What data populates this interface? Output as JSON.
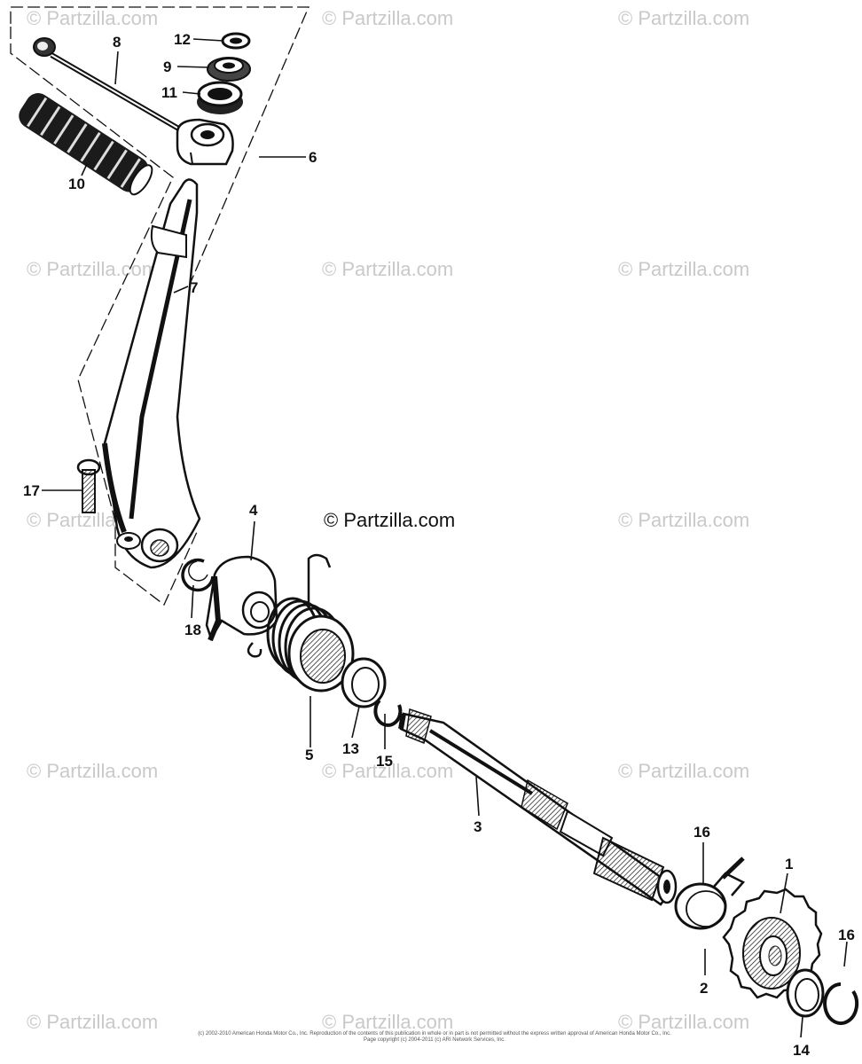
{
  "watermarks": [
    "© Partzilla.com",
    "© Partzilla.com",
    "© Partzilla.com",
    "© Partzilla.com",
    "© Partzilla.com",
    "© Partzilla.com",
    "© Partzilla.com",
    "© Partzilla.com",
    "© Partzilla.com",
    "© Partzilla.com",
    "© Partzilla.com",
    "© Partzilla.com",
    "© Partzilla.com",
    "© Partzilla.com",
    "© Partzilla.com"
  ],
  "center_watermark": "© Partzilla.com",
  "callouts": {
    "c1": "1",
    "c2": "2",
    "c3": "3",
    "c4": "4",
    "c5": "5",
    "c6": "6",
    "c7": "7",
    "c8": "8",
    "c9": "9",
    "c10": "10",
    "c11": "11",
    "c12": "12",
    "c13": "13",
    "c14": "14",
    "c15": "15",
    "c16a": "16",
    "c16b": "16",
    "c17": "17",
    "c18": "18"
  },
  "copyright_line1": "(c) 2002-2010 American Honda Motor Co., Inc. Reproduction of the contents of this publication in whole or in part is not permitted without the express written approval of American Honda Motor Co., Inc.",
  "copyright_line2": "Page copyright (c) 2004-2011 (c) ARI Network Services, Inc."
}
